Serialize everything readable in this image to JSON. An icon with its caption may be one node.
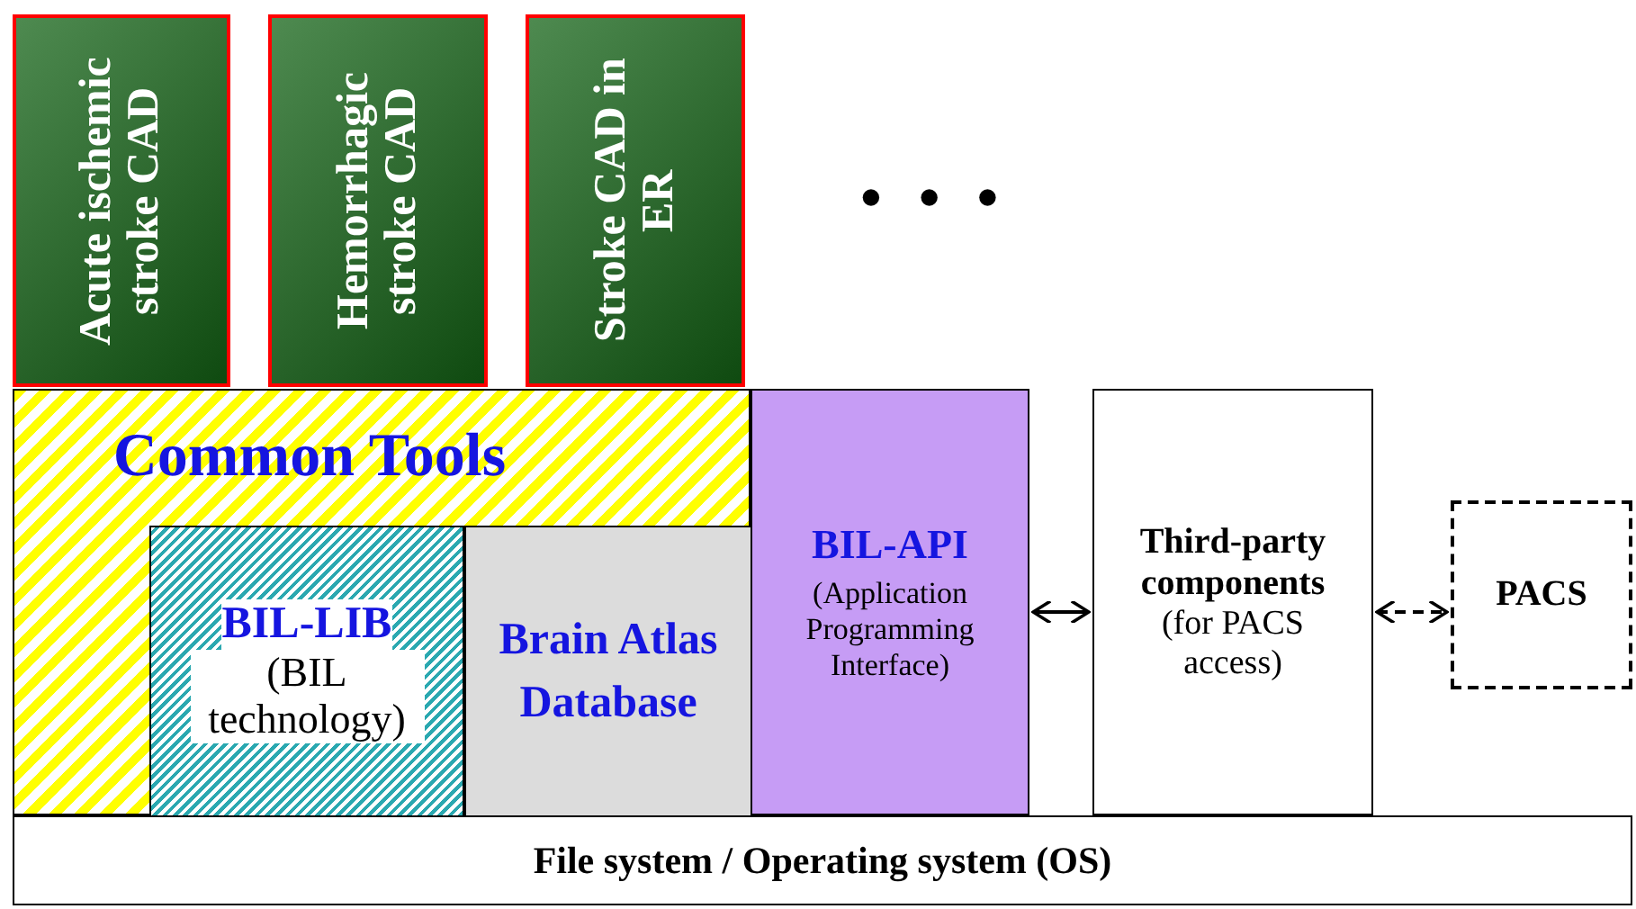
{
  "diagram": {
    "nodes": [
      {
        "text": [
          "Acute ischemic stroke CAD"
        ]
      },
      {
        "text": [
          "Hemorrhagic stroke CAD"
        ]
      },
      {
        "text": [
          "Stroke CAD in ER"
        ]
      },
      {
        "text": [
          "Common Tools"
        ]
      },
      {
        "text": [
          "BIL-LIB",
          "(BIL technology)"
        ],
        "in": 3
      },
      {
        "text": [
          "Brain Atlas Database"
        ],
        "in": 3
      },
      {
        "text": [
          "BIL-API",
          "(Application Programming Interface)"
        ]
      },
      {
        "text": [
          "Third-party components",
          "(for PACS access)"
        ]
      },
      {
        "text": [
          "PACS"
        ]
      },
      {
        "text": [
          "File system / Operating system (OS)"
        ]
      }
    ],
    "edges": [
      {
        "from": 6,
        "to": 7,
        "arrow": "both"
      },
      {
        "from": 7,
        "to": 8,
        "arrow": "both",
        "style": "dashed"
      }
    ],
    "labels": [
      "• • •"
    ]
  }
}
